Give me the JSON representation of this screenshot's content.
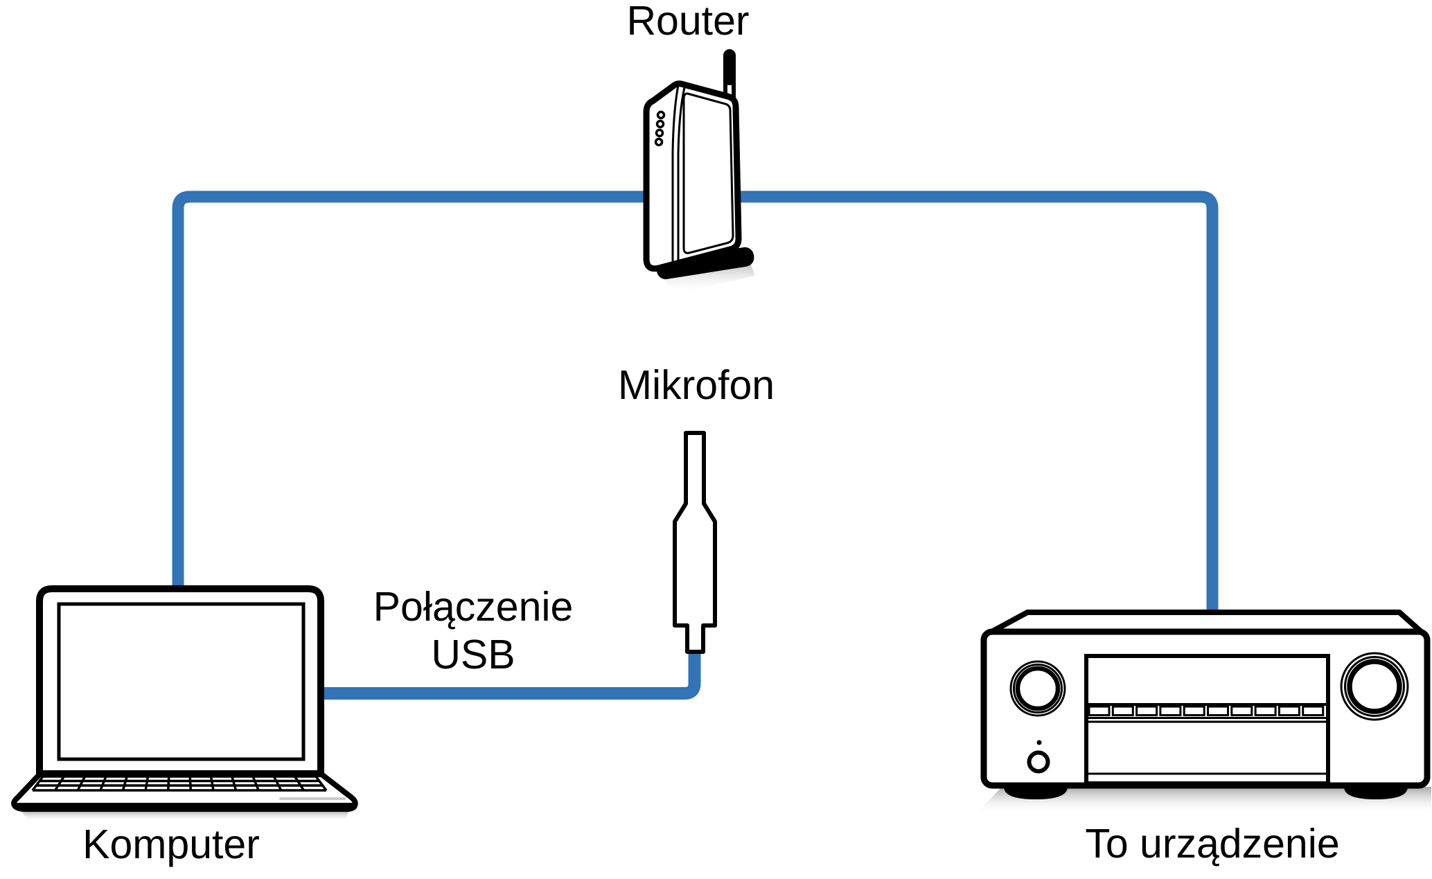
{
  "diagram": {
    "labels": {
      "router": "Router",
      "microphone": "Mikrofon",
      "usb_line1": "Połączenie",
      "usb_line2": "USB",
      "computer": "Komputer",
      "this_unit": "To urządzenie"
    },
    "colors": {
      "cable_blue": "#3274B5",
      "outline": "#000000",
      "background": "#FFFFFF",
      "shadow_gray": "#8F8F8F"
    },
    "devices": [
      {
        "id": "router",
        "label": "Router"
      },
      {
        "id": "microphone",
        "label": "Mikrofon"
      },
      {
        "id": "computer",
        "label": "Komputer"
      },
      {
        "id": "this-unit",
        "label": "To urządzenie"
      }
    ],
    "connections": [
      {
        "from": "computer",
        "to": "router",
        "type": "network-cable"
      },
      {
        "from": "router",
        "to": "this-unit",
        "type": "network-cable"
      },
      {
        "from": "computer",
        "to": "microphone",
        "type": "usb-cable",
        "label": "Połączenie USB"
      }
    ]
  }
}
